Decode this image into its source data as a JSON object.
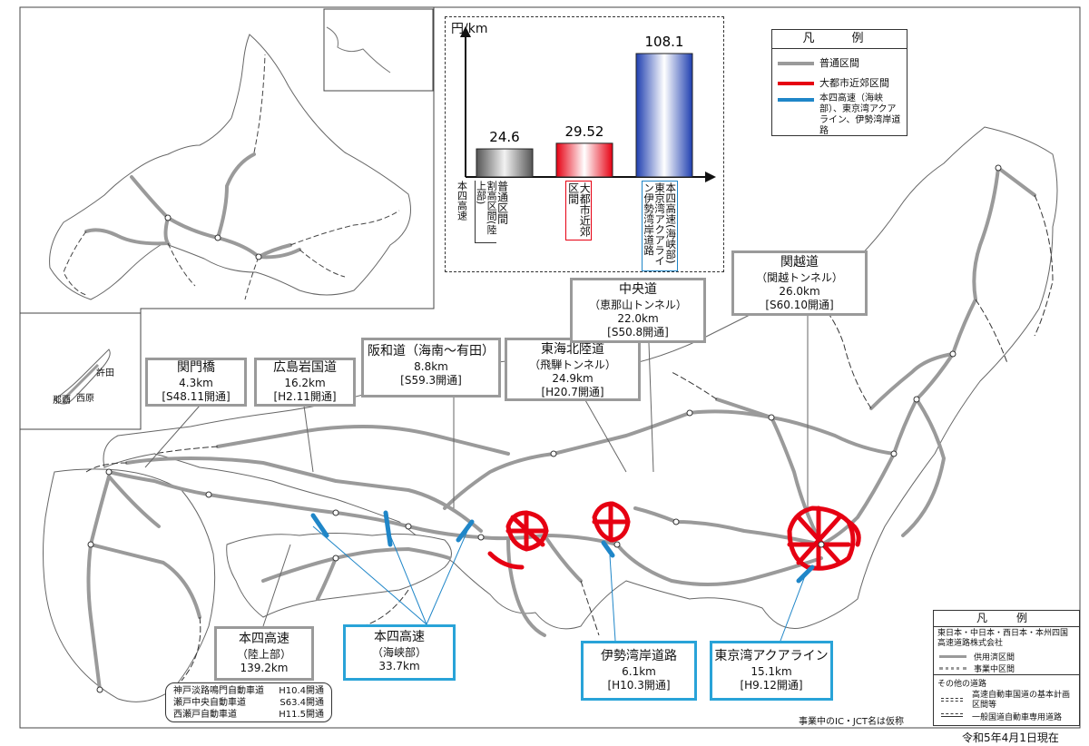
{
  "chart_data": {
    "type": "bar",
    "ylabel": "円/km",
    "categories": [
      "普通区間",
      "大都市近郊区間",
      "本四高速(海峡部)東京湾アクアライン伊勢湾岸道路"
    ],
    "values": [
      24.6,
      29.52,
      108.1
    ],
    "value_labels": [
      "24.6",
      "29.52",
      "108.1"
    ],
    "colors": [
      "#808080",
      "#e60012",
      "#1f4fbf"
    ]
  },
  "chart_labels": {
    "cat1_main": "普通区間",
    "cat1_sub": "割高区間(陸上部)",
    "cat1_sub2": "本四高速",
    "cat2": "大都市近郊区間",
    "cat3": "本四高速(海峡部)東京湾アクアライン伊勢湾岸道路"
  },
  "legend_top": {
    "title": "凡　例",
    "items": [
      {
        "label": "普通区間",
        "color": "#9a9a9a"
      },
      {
        "label": "大都市近郊区間",
        "color": "#e60012"
      },
      {
        "label": "本四高速（海峡部）、東京湾アクアライン、伊勢湾岸道路",
        "color": "#1f86c8"
      }
    ]
  },
  "callouts": {
    "kanmon": {
      "name": "関門橋",
      "length": "4.3km",
      "date": "[S48.11開通]"
    },
    "hiroshima": {
      "name": "広島岩国道",
      "length": "16.2km",
      "date": "[H2.11開通]"
    },
    "hanwa": {
      "name": "阪和道（海南～有田）",
      "length": "8.8km",
      "date": "[S59.3開通]"
    },
    "tokai": {
      "name": "東海北陸道",
      "sub": "（飛騨トンネル）",
      "length": "24.9km",
      "date": "[H20.7開通]"
    },
    "chuo": {
      "name": "中央道",
      "sub": "（恵那山トンネル）",
      "length": "22.0km",
      "date": "[S50.8開通]"
    },
    "kanetsu": {
      "name": "関越道",
      "sub": "（関越トンネル）",
      "length": "26.0km",
      "date": "[S60.10開通]"
    },
    "honshi_land": {
      "name": "本四高速",
      "sub": "（陸上部）",
      "length": "139.2km"
    },
    "honshi_strait": {
      "name": "本四高速",
      "sub": "（海峡部）",
      "length": "33.7km"
    },
    "isewan": {
      "name": "伊勢湾岸道路",
      "length": "6.1km",
      "date": "[H10.3開通]"
    },
    "aqua": {
      "name": "東京湾アクアライン",
      "length": "15.1km",
      "date": "[H9.12開通]"
    }
  },
  "honshi_routes": [
    {
      "name": "神戸淡路鳴門自動車道",
      "date": "H10.4開通"
    },
    {
      "name": "瀬戸中央自動車道",
      "date": "S63.4開通"
    },
    {
      "name": "西瀬戸自動車道",
      "date": "H11.5開通"
    }
  ],
  "legend_bottom": {
    "title": "凡　例",
    "company": "東日本・中日本・西日本・本州四国高速道路株式会社",
    "in_service": "供用済区間",
    "under_construction": "事業中区間",
    "other_title": "その他の道路",
    "other1": "高速自動車国道の基本計画区間等",
    "other2": "一般国道自動車専用道路"
  },
  "footnote": "事業中のIC・JCT名は仮称",
  "date_note": "令和5年4月1日現在",
  "inset_labels": {
    "naha": "那覇",
    "kyoda": "許田",
    "nishihara": "西原"
  }
}
